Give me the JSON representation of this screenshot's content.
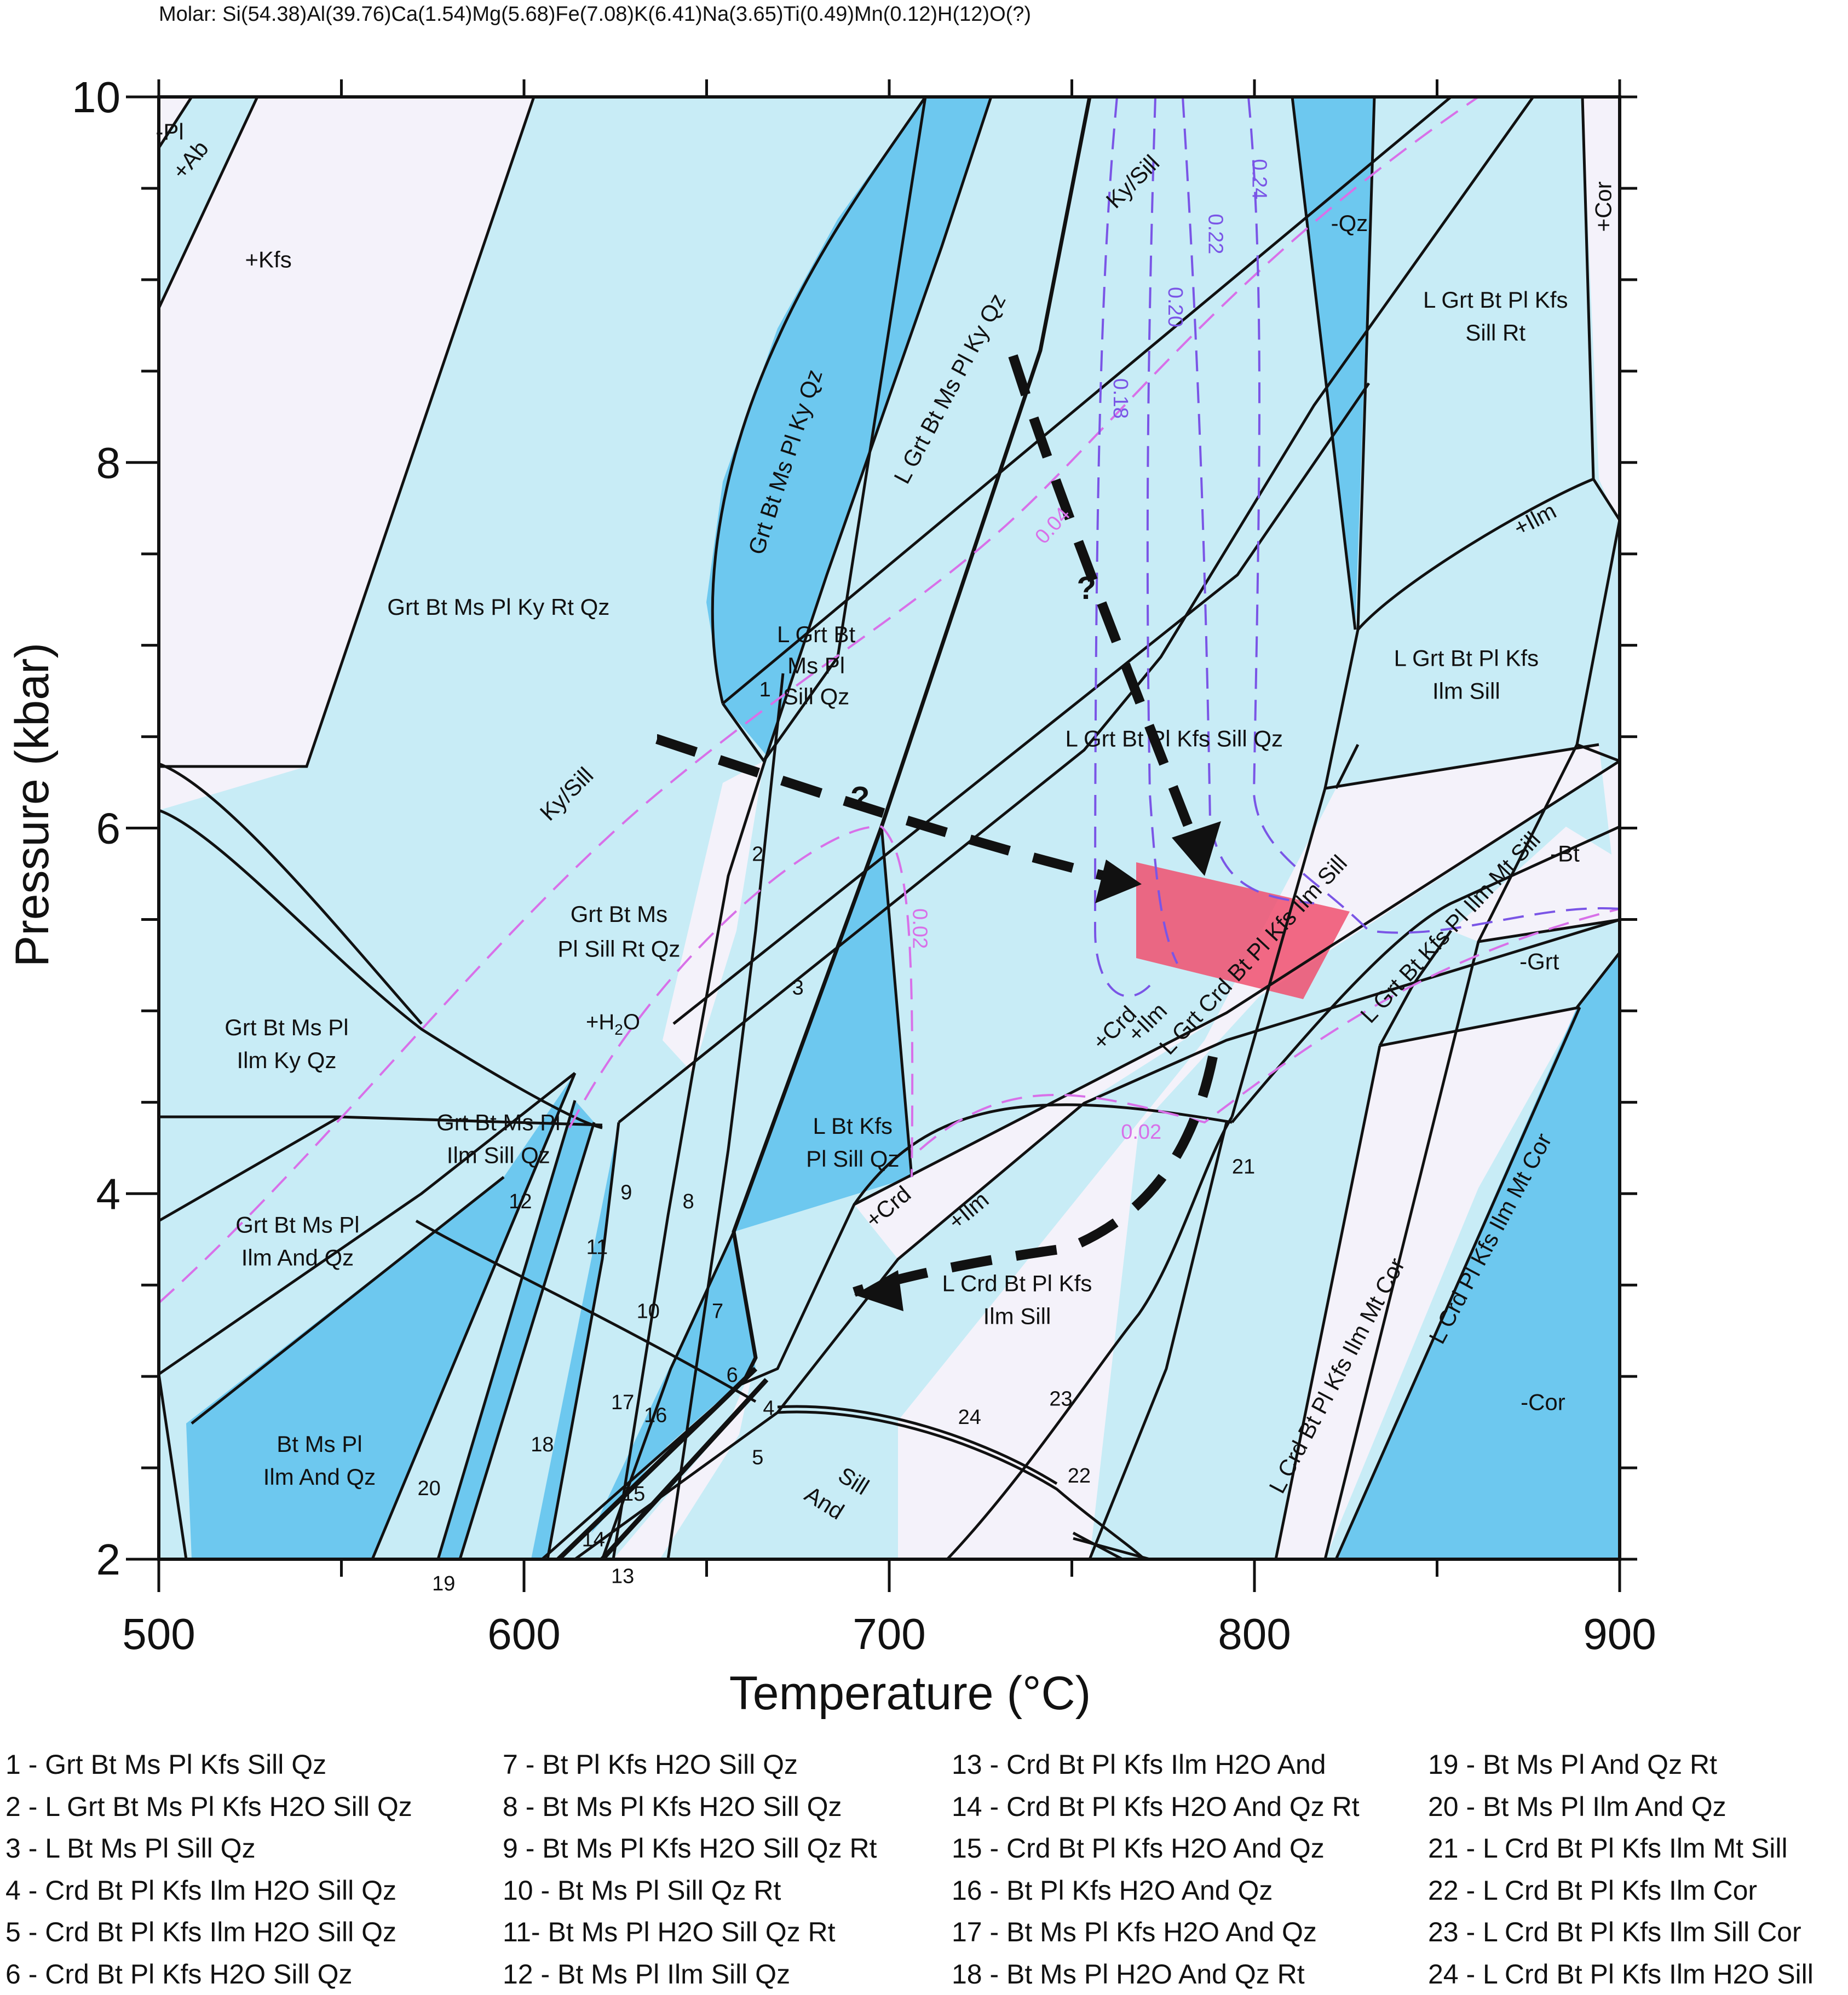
{
  "header": {
    "composition": "Molar: Si(54.38)Al(39.76)Ca(1.54)Mg(5.68)Fe(7.08)K(6.41)Na(3.65)Ti(0.49)Mn(0.12)H(12)O(?)"
  },
  "axes": {
    "xlabel": "Temperature (°C)",
    "ylabel": "Pressure (kbar)",
    "xlim": [
      500,
      900
    ],
    "ylim": [
      2,
      10
    ],
    "x_ticks": [
      "500",
      "600",
      "700",
      "800",
      "900"
    ],
    "y_ticks": [
      "2",
      "4",
      "6",
      "8",
      "10"
    ]
  },
  "colors": {
    "light": "#c8ecf6",
    "dark": "#6dc8ef",
    "pale": "#f4f2fa",
    "highlight": "#f0506e",
    "isopleth": "#7a55e6",
    "melt": "#d870e8"
  },
  "field_labels": [
    {
      "text": "+Kfs",
      "t": 530,
      "p": 9.1
    },
    {
      "text": "Grt Bt Ms Pl Ky Rt Qz",
      "t": 593,
      "p": 7.2
    },
    {
      "text": "Grt Bt Ms Pl Ky Qz",
      "t": 672,
      "p": 8.0,
      "rot": -72
    },
    {
      "text": "L Grt Bt Ms Pl Ky Qz",
      "t": 717,
      "p": 8.4,
      "rot": -62
    },
    {
      "text": "L Grt Bt",
      "t": 680,
      "p": 7.05
    },
    {
      "text": "Ms Pl",
      "t": 680,
      "p": 6.88
    },
    {
      "text": "Sill Qz",
      "t": 680,
      "p": 6.71
    },
    {
      "text": "L Grt Bt Pl Kfs Sill Qz",
      "t": 778,
      "p": 6.48
    },
    {
      "text": "L Grt Bt Pl Kfs",
      "t": 866,
      "p": 8.88
    },
    {
      "text": "Sill Rt",
      "t": 866,
      "p": 8.7
    },
    {
      "text": "L Grt Bt Pl Kfs",
      "t": 858,
      "p": 6.92
    },
    {
      "text": "Ilm Sill",
      "t": 858,
      "p": 6.74
    },
    {
      "text": "Grt Bt Ms",
      "t": 626,
      "p": 5.52
    },
    {
      "text": "Pl Sill Rt Qz",
      "t": 626,
      "p": 5.33
    },
    {
      "text": "Grt Bt Ms Pl",
      "t": 535,
      "p": 4.9
    },
    {
      "text": "Ilm Ky Qz",
      "t": 535,
      "p": 4.72
    },
    {
      "text": "Grt Bt Ms Pl",
      "t": 593,
      "p": 4.38
    },
    {
      "text": "Ilm Sill Qz",
      "t": 593,
      "p": 4.2
    },
    {
      "text": "Grt Bt Ms Pl",
      "t": 538,
      "p": 3.82
    },
    {
      "text": "Ilm And Qz",
      "t": 538,
      "p": 3.64
    },
    {
      "text": "Bt Ms Pl",
      "t": 544,
      "p": 2.62
    },
    {
      "text": "Ilm And Qz",
      "t": 544,
      "p": 2.44
    },
    {
      "text": "L Bt Kfs",
      "t": 690,
      "p": 4.36
    },
    {
      "text": "Pl Sill Qz",
      "t": 690,
      "p": 4.18
    },
    {
      "text": "L Crd Bt Pl Kfs",
      "t": 735,
      "p": 3.5
    },
    {
      "text": "Ilm Sill",
      "t": 735,
      "p": 3.32
    },
    {
      "text": "L Grt Crd Bt Pl Kfs Ilm Sill",
      "t": 800,
      "p": 5.3,
      "rot": -47
    },
    {
      "text": "L Grt Bt Kfs Pl Ilm Mt Sill",
      "t": 854,
      "p": 5.45,
      "rot": -47
    },
    {
      "text": "L Crd Bt Pl Kfs Ilm Mt Cor",
      "t": 823,
      "p": 3.0,
      "rot": -62
    },
    {
      "text": "L Crd Pl Kfs Ilm Mt Cor",
      "t": 865,
      "p": 3.75,
      "rot": -62
    },
    {
      "text": "-Bt",
      "t": 885,
      "p": 5.85
    },
    {
      "text": "-Grt",
      "t": 878,
      "p": 5.26
    },
    {
      "text": "-Cor",
      "t": 879,
      "p": 2.85
    },
    {
      "text": "-Qz",
      "t": 826,
      "p": 9.3
    },
    {
      "text": "+Cor",
      "t": 896,
      "p": 9.4,
      "rot": -90
    },
    {
      "text": "+Ab",
      "t": 509,
      "p": 9.65,
      "rot": -50
    },
    {
      "text": "+Ilm",
      "t": 877,
      "p": 7.68,
      "rot": -28
    },
    {
      "text": "+Crd",
      "t": 762,
      "p": 4.9,
      "rot": -45
    },
    {
      "text": "+Ilm",
      "t": 771,
      "p": 4.93,
      "rot": -45
    },
    {
      "text": "+Crd",
      "t": 700,
      "p": 3.92,
      "rot": -40
    },
    {
      "text": "+Ilm",
      "t": 722,
      "p": 3.9,
      "rot": -40
    },
    {
      "text": "Ky/Sill",
      "t": 612,
      "p": 6.18,
      "rot": -45
    },
    {
      "text": "Ky/Sill",
      "t": 767,
      "p": 9.53,
      "rot": -45
    },
    {
      "text": "Sill",
      "t": 690,
      "p": 2.42,
      "rot": 32
    },
    {
      "text": "And",
      "t": 682,
      "p": 2.3,
      "rot": 32
    },
    {
      "text": "1",
      "t": 666,
      "p": 6.75
    },
    {
      "text": "2",
      "t": 664,
      "p": 5.85
    },
    {
      "text": "3",
      "t": 675,
      "p": 5.12
    },
    {
      "text": "4",
      "t": 667,
      "p": 2.82
    },
    {
      "text": "5",
      "t": 664,
      "p": 2.55
    },
    {
      "text": "6",
      "t": 657,
      "p": 3.0
    },
    {
      "text": "7",
      "t": 653,
      "p": 3.35
    },
    {
      "text": "8",
      "t": 645,
      "p": 3.95
    },
    {
      "text": "9",
      "t": 628,
      "p": 4.0
    },
    {
      "text": "10",
      "t": 634,
      "p": 3.35
    },
    {
      "text": "11",
      "t": 620,
      "p": 3.7
    },
    {
      "text": "12",
      "t": 599,
      "p": 3.95
    },
    {
      "text": "13",
      "t": 627,
      "p": 1.9
    },
    {
      "text": "14",
      "t": 619,
      "p": 2.1
    },
    {
      "text": "15",
      "t": 630,
      "p": 2.35
    },
    {
      "text": "16",
      "t": 636,
      "p": 2.78
    },
    {
      "text": "17",
      "t": 627,
      "p": 2.85
    },
    {
      "text": "18",
      "t": 605,
      "p": 2.62
    },
    {
      "text": "19",
      "t": 578,
      "p": 1.86
    },
    {
      "text": "20",
      "t": 574,
      "p": 2.38
    },
    {
      "text": "21",
      "t": 797,
      "p": 4.14
    },
    {
      "text": "22",
      "t": 752,
      "p": 2.45
    },
    {
      "text": "23",
      "t": 747,
      "p": 2.87
    },
    {
      "text": "24",
      "t": 722,
      "p": 2.77
    },
    {
      "text": "?",
      "t": 754,
      "p": 7.3
    },
    {
      "text": "?",
      "t": 692,
      "p": 6.15
    },
    {
      "text": "-Pl",
      "t": 503,
      "p": 9.8
    }
  ],
  "special_labels": {
    "h2o_prefix": "+H",
    "h2o_sub": "2",
    "h2o_suffix": "O"
  },
  "isopleths": [
    {
      "text": "0.02",
      "t": 708,
      "p": 5.45,
      "rot": 90
    },
    {
      "text": "0.02",
      "t": 769,
      "p": 4.33
    },
    {
      "text": "0.04",
      "t": 745,
      "p": 7.65,
      "rot": -48
    },
    {
      "text": "0.18",
      "t": 763,
      "p": 8.35,
      "rot": 90
    },
    {
      "text": "0.20",
      "t": 778,
      "p": 8.85,
      "rot": 90
    },
    {
      "text": "0.22",
      "t": 789,
      "p": 9.25,
      "rot": 90
    },
    {
      "text": "0.24",
      "t": 801,
      "p": 9.55,
      "rot": 90
    }
  ],
  "legend": [
    [
      "1 - Grt Bt Ms Pl Kfs Sill Qz",
      "2 - L Grt Bt Ms Pl Kfs H2O Sill Qz",
      "3 - L Bt Ms Pl Sill Qz",
      "4 - Crd Bt Pl Kfs Ilm H2O Sill Qz",
      "5 - Crd Bt Pl Kfs Ilm H2O Sill Qz",
      "6 - Crd Bt Pl Kfs H2O Sill Qz"
    ],
    [
      "7 - Bt Pl Kfs H2O Sill Qz",
      "8 - Bt Ms Pl Kfs H2O Sill Qz",
      "9 - Bt Ms Pl Kfs H2O Sill Qz Rt",
      "10 - Bt Ms Pl Sill Qz Rt",
      "11- Bt Ms Pl H2O Sill Qz Rt",
      "12 - Bt Ms Pl Ilm Sill Qz"
    ],
    [
      "13 - Crd Bt Pl Kfs Ilm H2O And",
      "14 - Crd Bt Pl Kfs H2O And Qz Rt",
      "15 - Crd Bt Pl Kfs H2O And Qz",
      "16 - Bt Pl Kfs H2O And Qz",
      "17 - Bt Ms Pl Kfs H2O And Qz",
      "18 - Bt Ms Pl H2O And Qz Rt"
    ],
    [
      "19 - Bt Ms Pl And Qz Rt",
      "20 - Bt Ms Pl Ilm And Qz",
      "21 - L Crd Bt Pl Kfs Ilm Mt Sill",
      "22 - L Crd Bt Pl Kfs Ilm Cor",
      "23 - L Crd Bt Pl Kfs Ilm Sill Cor",
      "24 - L Crd Bt Pl Kfs Ilm H2O Sill"
    ]
  ]
}
